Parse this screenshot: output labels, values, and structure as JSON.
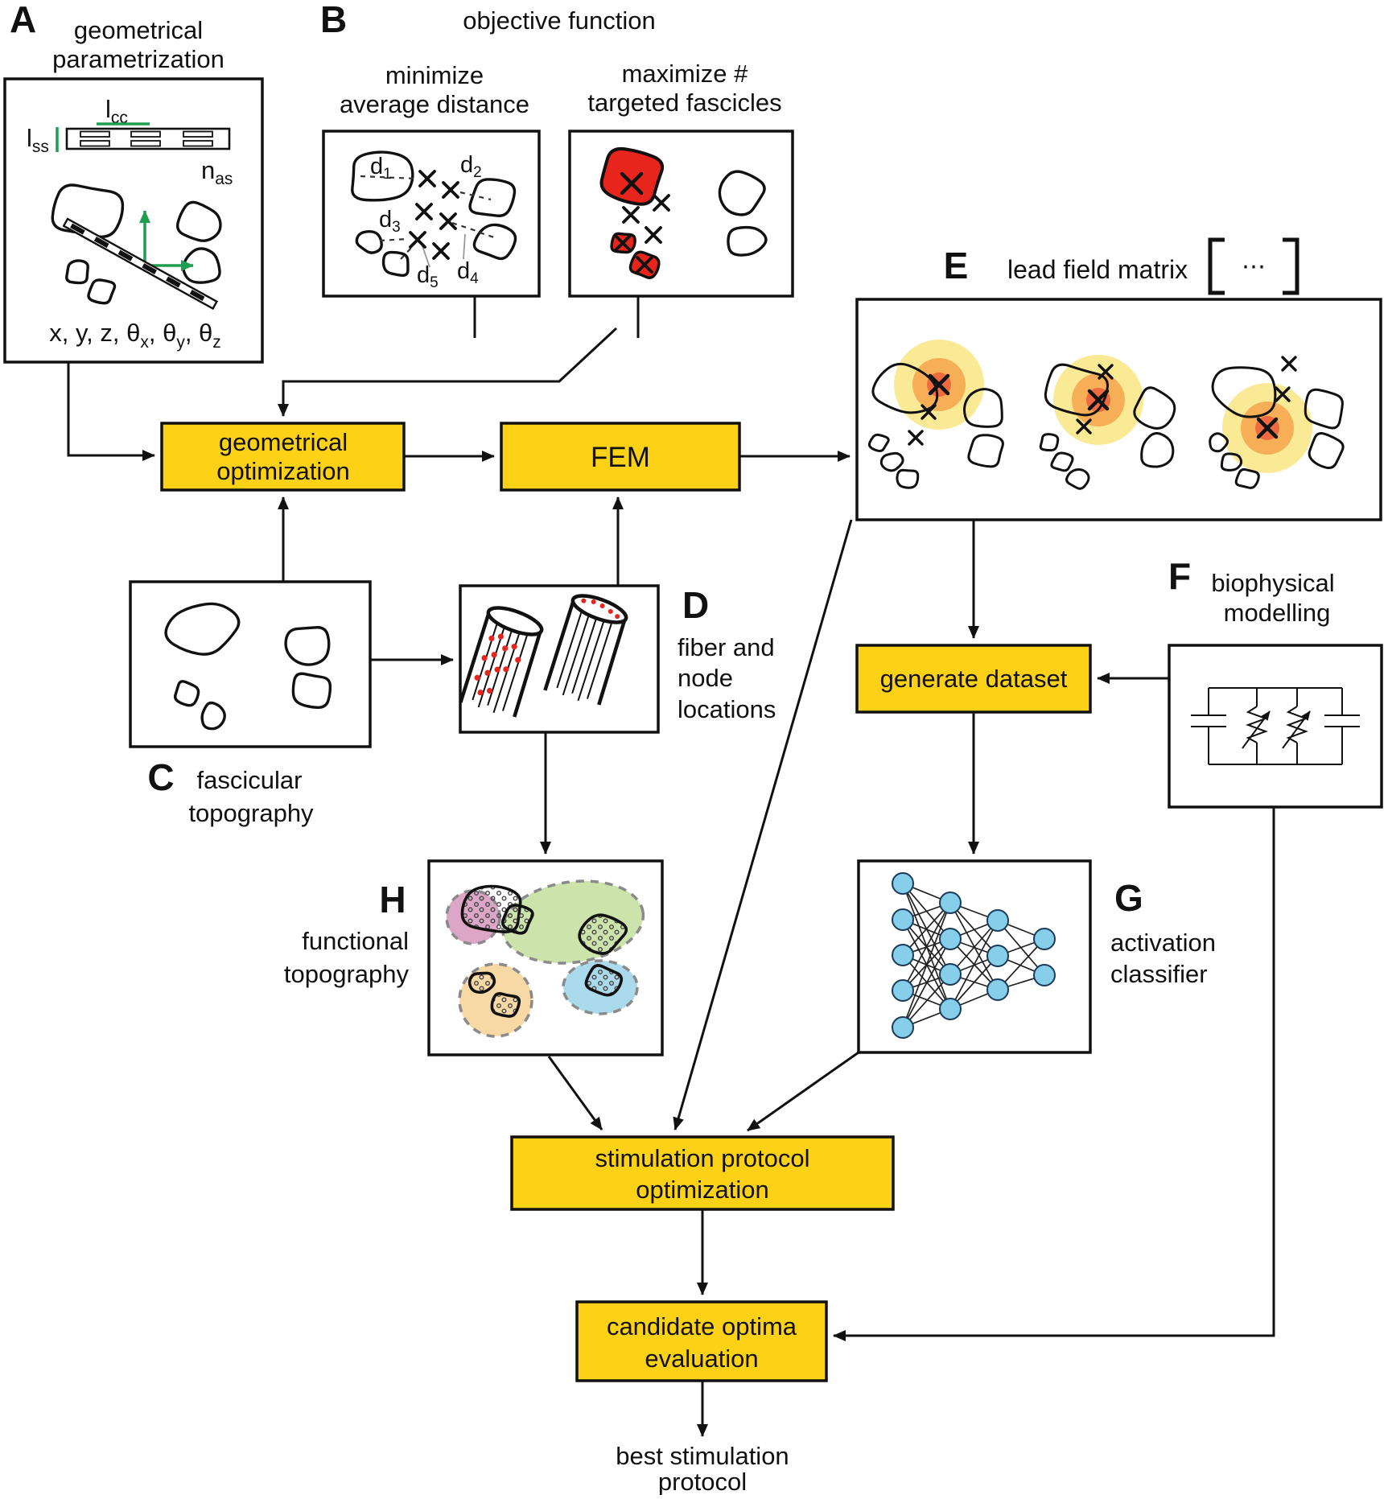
{
  "colors": {
    "box_yellow": "#FCD116",
    "fascicle_red": "#E8251D",
    "accent_green": "#1F9D51",
    "heat_outer": "#FAE995",
    "heat_mid": "#F6AF56",
    "heat_inner": "#EE6A40",
    "node_blue": "#86CEEA",
    "region_pink": "#DCA6C6",
    "region_green": "#CDE3AC",
    "region_orange": "#F8D8A4",
    "region_blue": "#ABDAEC"
  },
  "panelA": {
    "letter": "A",
    "title1": "geometrical",
    "title2": "parametrization",
    "lcc": "l",
    "lcc_sub": "cc",
    "lss": "l",
    "lss_sub": "ss",
    "nas": "n",
    "nas_sub": "as",
    "params_p1": "x, y, z, θ",
    "params_s1": "x",
    "params_p2": ", θ",
    "params_s2": "y",
    "params_p3": ", θ",
    "params_s3": "z"
  },
  "panelB": {
    "letter": "B",
    "title": "objective function",
    "box1_title1": "minimize",
    "box1_title2": "average distance",
    "box2_title1": "maximize #",
    "box2_title2": "targeted fascicles",
    "d": "d",
    "d1": "1",
    "d2": "2",
    "d3": "3",
    "d4": "4",
    "d5": "5"
  },
  "panelC": {
    "letter": "C",
    "label1": "fascicular",
    "label2": "topography"
  },
  "panelD": {
    "letter": "D",
    "label1": "fiber and",
    "label2": "node",
    "label3": "locations"
  },
  "panelE": {
    "letter": "E",
    "title": "lead field matrix",
    "matrix_dots": "⋯"
  },
  "panelF": {
    "letter": "F",
    "label1": "biophysical",
    "label2": "modelling"
  },
  "panelG": {
    "letter": "G",
    "label1": "activation",
    "label2": "classifier"
  },
  "panelH": {
    "letter": "H",
    "label1": "functional",
    "label2": "topography"
  },
  "boxes": {
    "geo1": "geometrical",
    "geo2": "optimization",
    "fem": "FEM",
    "generate": "generate dataset",
    "stim1": "stimulation protocol",
    "stim2": "optimization",
    "cand1": "candidate optima",
    "cand2": "evaluation"
  },
  "output": {
    "line1": "best stimulation",
    "line2": "protocol"
  }
}
